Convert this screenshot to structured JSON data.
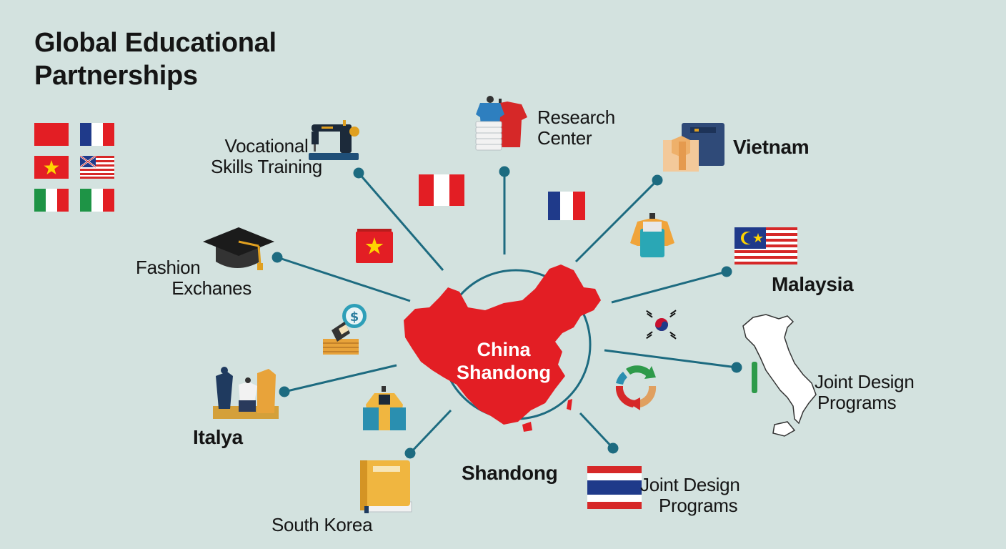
{
  "title": "Global Educational Partnerships",
  "center": {
    "line1": "China",
    "line2": "Shandong"
  },
  "labels": {
    "vocational": {
      "line1": "Vocational",
      "line2": "Skills Training"
    },
    "research": {
      "line1": "Research",
      "line2": "Center"
    },
    "vietnam": "Vietnam",
    "fashion": {
      "line1": "Fashion",
      "line2": "Exchanes"
    },
    "malaysia": "Malaysia",
    "joint_right": {
      "line1": "Joint Design",
      "line2": "Programs"
    },
    "italya": "Italya",
    "shandong": "Shandong",
    "joint_bottom": {
      "line1": "Joint Design",
      "line2": "Programs"
    },
    "south_korea": "South Korea"
  },
  "legend_flags": [
    "china-flag",
    "france-flag",
    "vietnam-flag",
    "usa-flag",
    "italy-flag",
    "italy-flag"
  ],
  "colors": {
    "background": "#d3e2df",
    "china_red": "#e31e24",
    "connector": "#1d6b80",
    "text": "#151515"
  }
}
